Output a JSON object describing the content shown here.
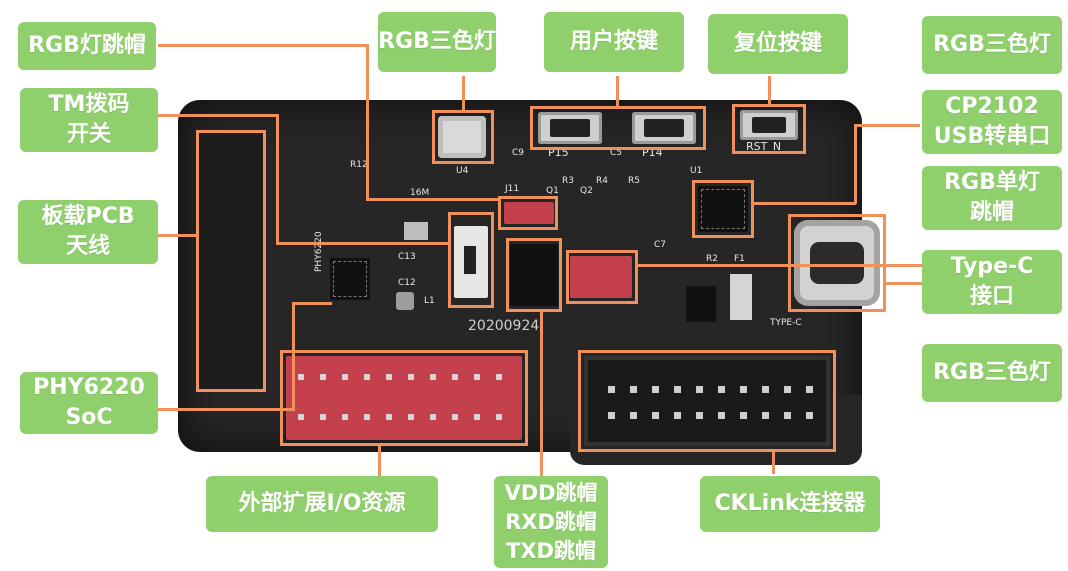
{
  "labels": {
    "rgb_jumper": "RGB灯跳帽",
    "rgb_led_top": "RGB三色灯",
    "user_keys": "用户按键",
    "reset_key": "复位按键",
    "rgb_led_right_top": "RGB三色灯",
    "tm_switch": "TM拨码\n开关",
    "cp2102": "CP2102\nUSB转串口",
    "antenna": "板载PCB\n天线",
    "rgb_single_jumper": "RGB单灯\n跳帽",
    "typec": "Type-C\n接口",
    "rgb_led_right_bottom": "RGB三色灯",
    "soc": "PHY6220\nSoC",
    "ext_io": "外部扩展I/O资源",
    "vdd_rxd_txd": "VDD跳帽\nRXD跳帽\nTXD跳帽",
    "cklink": "CKLink连接器"
  },
  "silkscreen": {
    "p15": "P15",
    "p14": "P14",
    "rst": "RST_N",
    "u4": "U4",
    "u1": "U1",
    "j11": "J11",
    "r12": "R12",
    "phy6220": "PHY6220",
    "date": "20200924",
    "typec": "TYPE-C",
    "f1": "F1",
    "r2": "R2",
    "m16": "16M",
    "q1": "Q1",
    "q2": "Q2",
    "r3": "R3",
    "r4": "R4",
    "r5": "R5",
    "c9": "C9",
    "c5": "C5",
    "c13": "C13",
    "c12": "C12",
    "l1": "L1",
    "c7": "C7"
  },
  "colors": {
    "label_bg": "#8fcf6c",
    "highlight": "#f0905a",
    "board": "#262626"
  }
}
